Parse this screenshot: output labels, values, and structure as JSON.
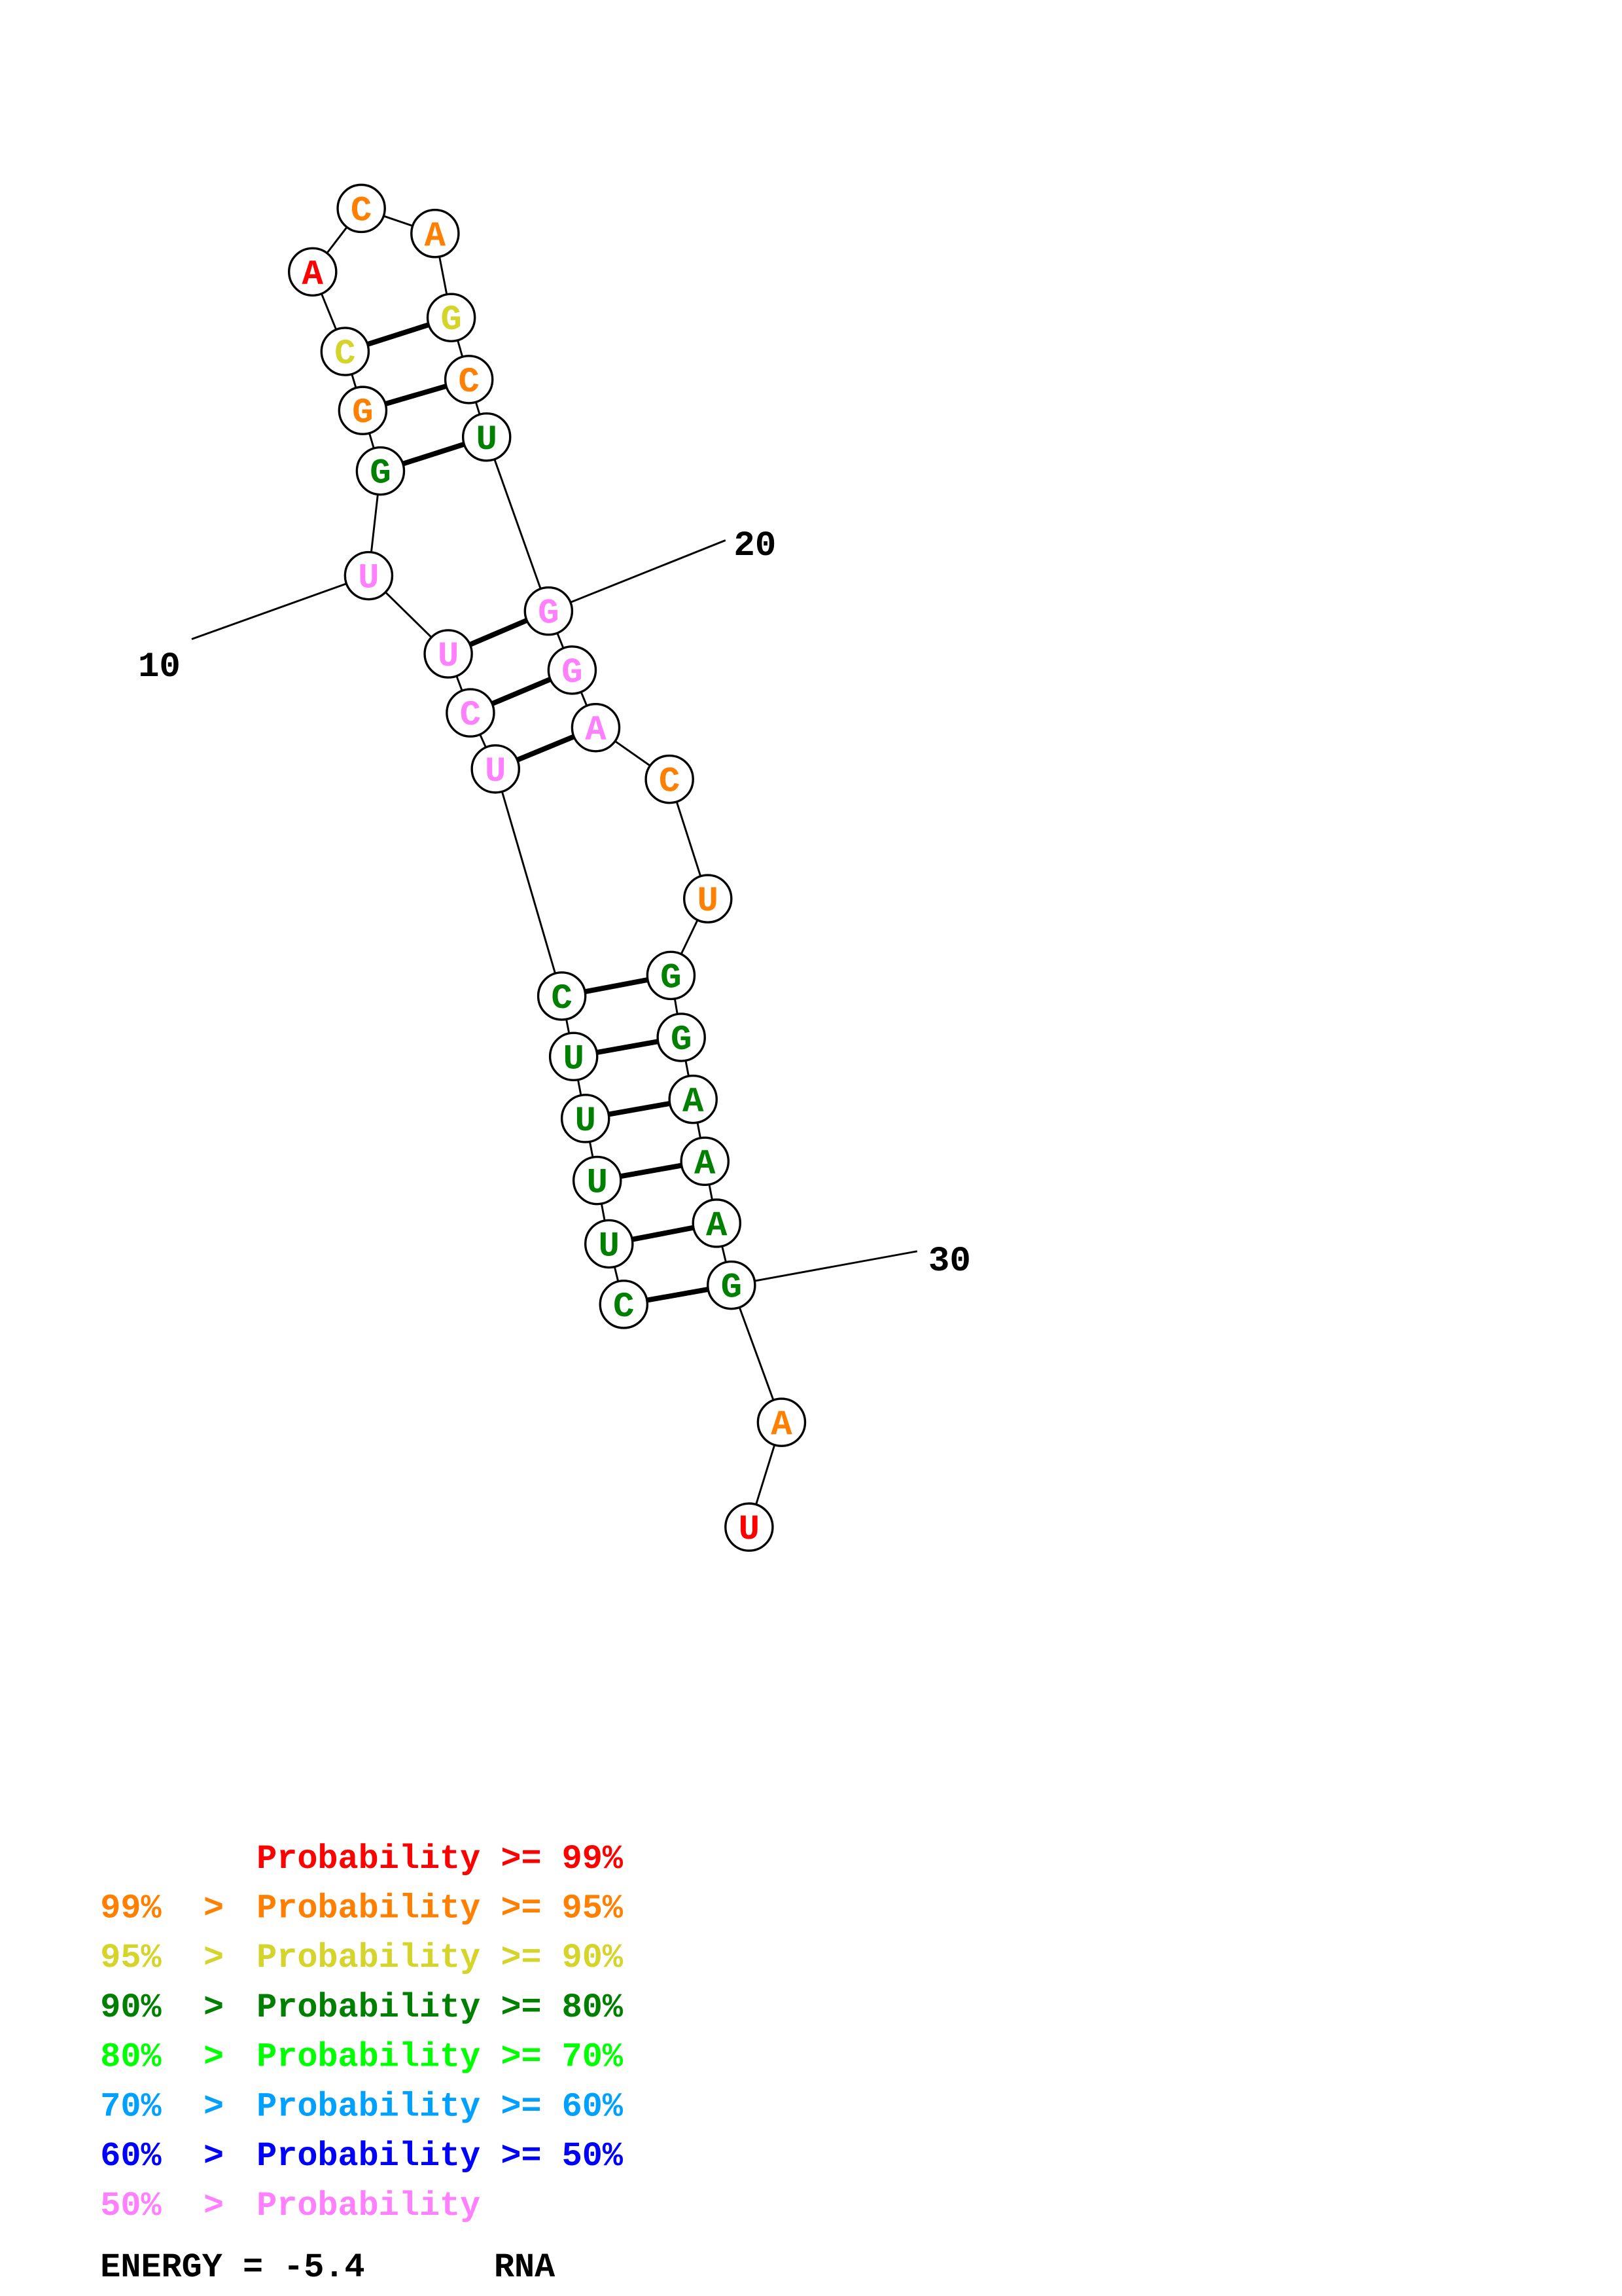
{
  "structure": {
    "sequence": [
      "C",
      "U",
      "U",
      "U",
      "U",
      "C",
      "U",
      "C",
      "U",
      "U",
      "G",
      "G",
      "C",
      "A",
      "C",
      "A",
      "G",
      "C",
      "U",
      "G",
      "G",
      "A",
      "C",
      "U",
      "G",
      "G",
      "A",
      "A",
      "A",
      "G",
      "A",
      "U"
    ],
    "prob_class": [
      3,
      3,
      3,
      3,
      3,
      3,
      7,
      7,
      7,
      7,
      3,
      1,
      2,
      0,
      1,
      1,
      2,
      1,
      3,
      7,
      7,
      7,
      1,
      1,
      3,
      3,
      3,
      3,
      3,
      3,
      1,
      0
    ],
    "pairs": [
      [
        1,
        30
      ],
      [
        2,
        29
      ],
      [
        3,
        28
      ],
      [
        4,
        27
      ],
      [
        5,
        26
      ],
      [
        6,
        25
      ],
      [
        7,
        22
      ],
      [
        8,
        21
      ],
      [
        9,
        20
      ],
      [
        11,
        19
      ],
      [
        12,
        18
      ],
      [
        13,
        17
      ]
    ],
    "position_labels": [
      {
        "index": 10,
        "text": "10"
      },
      {
        "index": 20,
        "text": "20"
      },
      {
        "index": 30,
        "text": "30"
      }
    ]
  },
  "legend": {
    "colors": [
      "#ff0000",
      "#ff8000",
      "#d4d42a",
      "#008000",
      "#00ff00",
      "#00a0ff",
      "#0000ff",
      "#ff80ff"
    ],
    "lines": [
      {
        "prefix": "",
        "label": "Probability >= 99%"
      },
      {
        "prefix": "99% > ",
        "label": "Probability >= 95%"
      },
      {
        "prefix": "95% > ",
        "label": "Probability >= 90%"
      },
      {
        "prefix": "90% > ",
        "label": "Probability >= 80%"
      },
      {
        "prefix": "80% > ",
        "label": "Probability >= 70%"
      },
      {
        "prefix": "70% > ",
        "label": "Probability >= 60%"
      },
      {
        "prefix": "60% > ",
        "label": "Probability >= 50%"
      },
      {
        "prefix": "50% > ",
        "label": "Probability"
      }
    ]
  },
  "footer": {
    "energy": "ENERGY = -5.4",
    "type": "RNA"
  }
}
